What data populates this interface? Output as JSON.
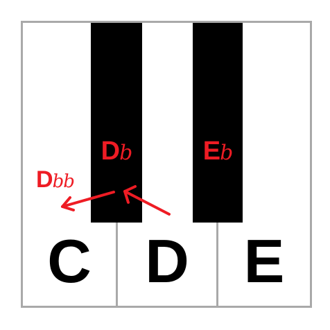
{
  "white_keys": [
    {
      "label": "C"
    },
    {
      "label": "D"
    },
    {
      "label": "E"
    }
  ],
  "black_keys": [
    {
      "note": "D",
      "accidental": "b"
    },
    {
      "note": "E",
      "accidental": "b"
    }
  ],
  "annotation": {
    "note": "D",
    "accidental": "bb"
  },
  "colors": {
    "white_key": "#ffffff",
    "black_key": "#000000",
    "key_border": "#a9a9a9",
    "annotation": "#ee1c24"
  }
}
